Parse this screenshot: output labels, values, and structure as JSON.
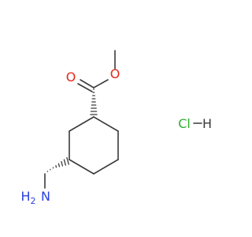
{
  "molecule": {
    "atoms": {
      "ester_oxygen": "O",
      "carbonyl_oxygen": "O",
      "amine_nitrogen": "N",
      "amine_hydrogens": "H2",
      "hcl_chlorine": "Cl",
      "hcl_hydrogen": "H"
    },
    "colors": {
      "bond": "#3a3a3a",
      "oxygen": "#e5291a",
      "nitrogen": "#2b3fe0",
      "chlorine": "#2faf2f",
      "hydrogen_hcl": "#3a3a3a"
    }
  }
}
